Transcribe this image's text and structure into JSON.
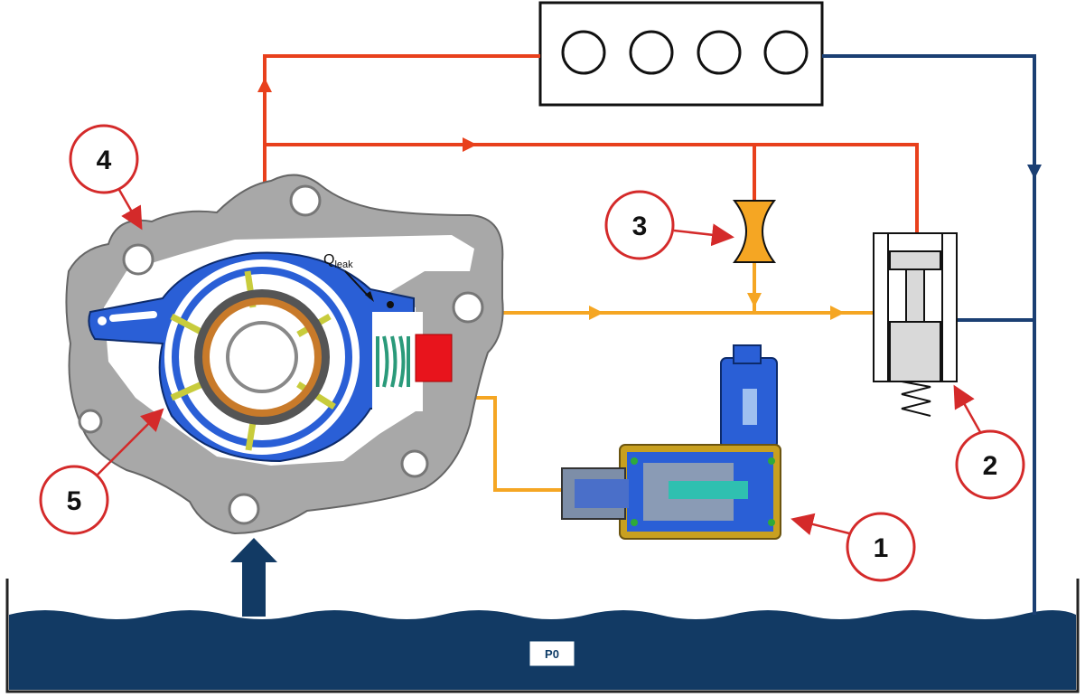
{
  "callouts": [
    {
      "id": "1",
      "label": "1"
    },
    {
      "id": "2",
      "label": "2"
    },
    {
      "id": "3",
      "label": "3"
    },
    {
      "id": "4",
      "label": "4"
    },
    {
      "id": "5",
      "label": "5"
    }
  ],
  "leak_label": {
    "main": "Q",
    "sub": "leak"
  },
  "tank_label": "P0",
  "colors": {
    "high_pressure": "#e8401c",
    "control_pressure": "#f5a623",
    "return_line": "#1b3f73",
    "tank": "#123a64",
    "pump_housing": "#9b9b9b",
    "ring": "#2a5fd6",
    "callout": "#d42a2a"
  }
}
